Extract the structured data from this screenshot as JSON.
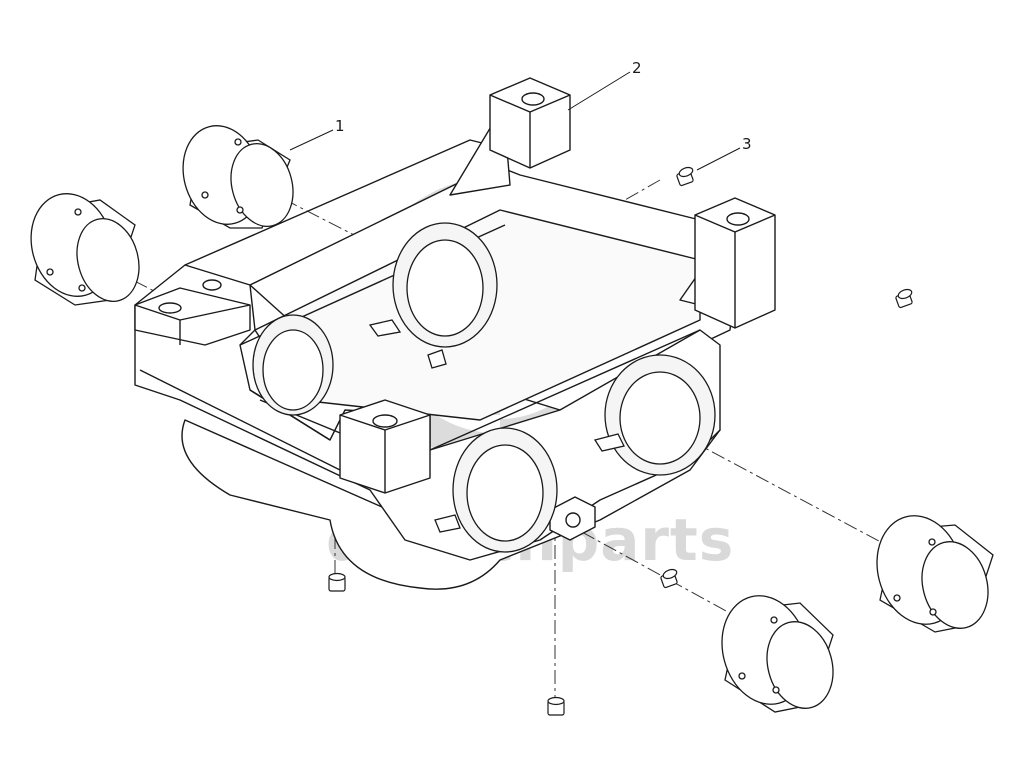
{
  "diagram": {
    "type": "exploded-parts-drawing",
    "callouts": [
      {
        "number": "1"
      },
      {
        "number": "2"
      },
      {
        "number": "3"
      }
    ]
  },
  "watermark": {
    "text": "dbtechparts"
  },
  "colors": {
    "line": "#1a1a1a",
    "leader": "#333333",
    "watermark": "#d9d9d9",
    "background": "#ffffff"
  }
}
